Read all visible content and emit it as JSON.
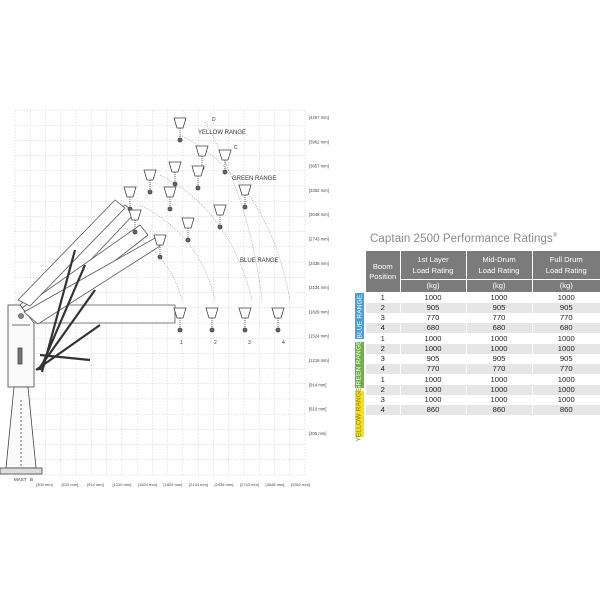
{
  "diagram": {
    "y_axis_labels": [
      "[4267 mm]",
      "[3962 mm]",
      "[3657 mm]",
      "[3352 mm]",
      "[3048 mm]",
      "[2743 mm]",
      "[2438 mm]",
      "[2134 mm]",
      "[1829 mm]",
      "[1524 mm]",
      "[1219 mm]",
      "[914 mm]",
      "[610 mm]",
      "[305 mm]"
    ],
    "x_axis_labels": [
      "[305 mm]",
      "[610 mm]",
      "[914 mm]",
      "[1219 mm]",
      "[1524 mm]",
      "[1829 mm]",
      "[2134 mm]",
      "[2438 mm]",
      "[2743 mm]",
      "[3048 mm]",
      "[3352 mm]"
    ],
    "mast_label": "MAST",
    "mast_marker": "B",
    "range_labels": {
      "yellow": "YELLOW RANGE",
      "green": "GREEN RANGE",
      "blue": "BLUE RANGE"
    },
    "position_labels": [
      "1",
      "2",
      "3",
      "4"
    ],
    "top_letters": [
      "D",
      "C"
    ]
  },
  "table": {
    "title": "Captain 2500 Performance Ratings",
    "title_mark": "®",
    "headers": [
      "Boom Position",
      "1st Layer Load Rating",
      "Mid-Drum Load Rating",
      "Full Drum Load Rating"
    ],
    "units": [
      "(kg)",
      "(kg)",
      "(kg)"
    ],
    "ranges": [
      {
        "name": "BLUE RANGE",
        "color": "#4a9fd8",
        "rows": [
          [
            "1",
            "1000",
            "1000",
            "1000"
          ],
          [
            "2",
            "905",
            "905",
            "905"
          ],
          [
            "3",
            "770",
            "770",
            "770"
          ],
          [
            "4",
            "680",
            "680",
            "680"
          ]
        ]
      },
      {
        "name": "GREEN RANGE",
        "color": "#6cb33f",
        "rows": [
          [
            "1",
            "1000",
            "1000",
            "1000"
          ],
          [
            "2",
            "1000",
            "1000",
            "1000"
          ],
          [
            "3",
            "905",
            "905",
            "905"
          ],
          [
            "4",
            "770",
            "770",
            "770"
          ]
        ]
      },
      {
        "name": "YELLOW RANGE",
        "color": "#f2e01a",
        "rows": [
          [
            "1",
            "1000",
            "1000",
            "1000"
          ],
          [
            "2",
            "1000",
            "1000",
            "1000"
          ],
          [
            "3",
            "1000",
            "1000",
            "1000"
          ],
          [
            "4",
            "860",
            "860",
            "860"
          ]
        ]
      }
    ]
  }
}
